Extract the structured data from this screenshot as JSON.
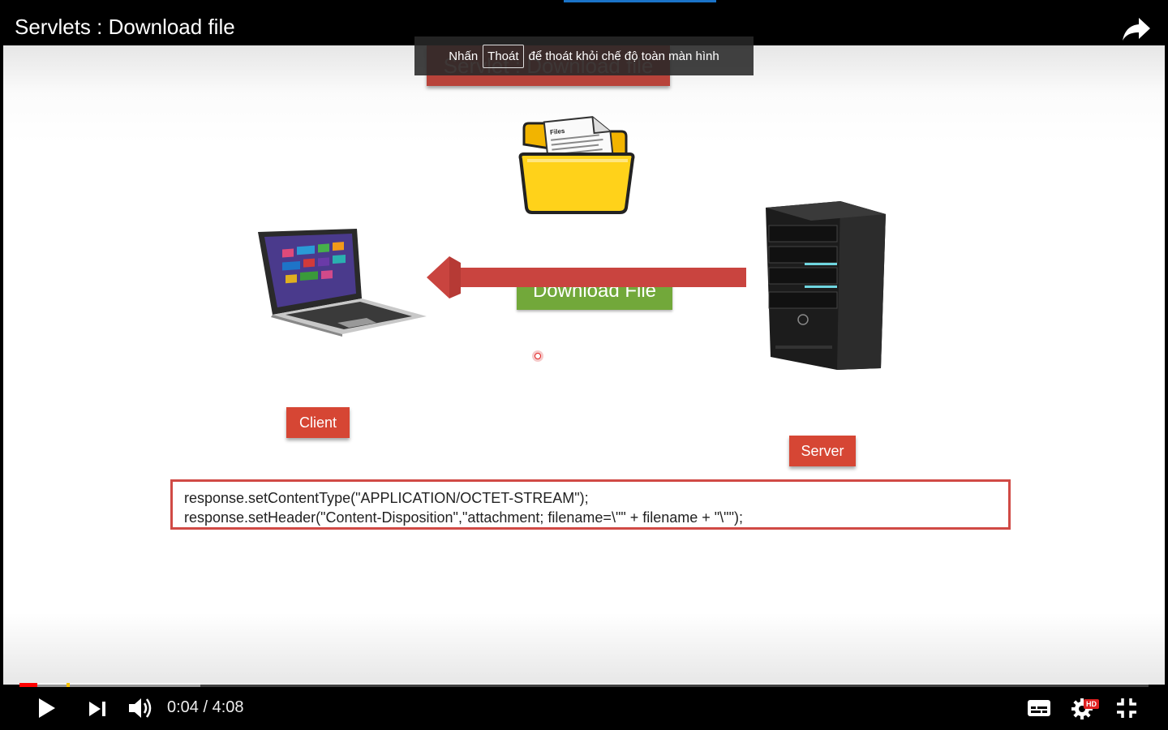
{
  "video": {
    "title": "Servlets : Download file",
    "current_time": "0:04",
    "separator": "/",
    "duration": "4:08",
    "progress_fraction": 0.016,
    "buffered_fraction": 0.16,
    "hd_badge": "HD"
  },
  "fullscreen_toast": {
    "prefix": "Nhấn",
    "key": "Thoát",
    "suffix": "để thoát khỏi chế độ toàn màn hình"
  },
  "slide": {
    "title": "Servlet : Download file",
    "folder_caption": "Files",
    "download_label": "Download File",
    "client_label": "Client",
    "server_label": "Server",
    "code_line_1": "response.setContentType(\"APPLICATION/OCTET-STREAM\");",
    "code_line_2": "response.setHeader(\"Content-Disposition\",\"attachment; filename=\\\"\" + filename + \"\\\"\");"
  },
  "controls": {
    "icons": [
      "play-icon",
      "next-icon",
      "volume-icon",
      "subtitles-icon",
      "settings-icon",
      "exit-fullscreen-icon",
      "share-icon"
    ]
  },
  "colors": {
    "progress": "#ff0000",
    "arrow": "#c9443f",
    "download_button": "#72a83a",
    "label_red": "#d64634",
    "code_border": "#d04a45"
  }
}
